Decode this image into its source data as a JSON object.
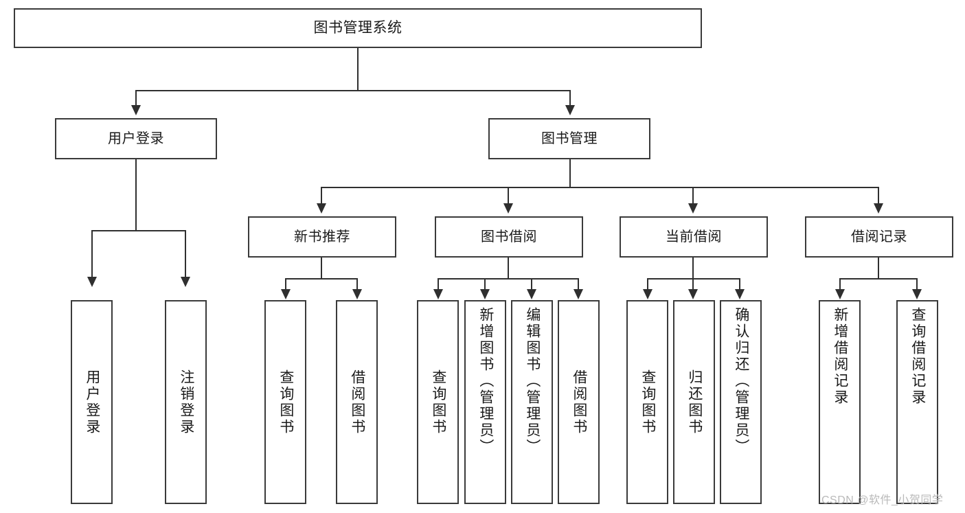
{
  "diagram": {
    "type": "hierarchy-tree",
    "title": "图书管理系统",
    "watermark": "CSDN @软件_小贺同学",
    "colors": {
      "stroke": "#2f2f2f",
      "box_border": "#3a3a3a",
      "background": "#ffffff",
      "text": "#1a1a1a",
      "watermark": "#b9b9b9"
    },
    "root": {
      "label": "图书管理系统"
    },
    "level2": [
      {
        "label": "用户登录"
      },
      {
        "label": "图书管理"
      }
    ],
    "level3": [
      {
        "label": "新书推荐"
      },
      {
        "label": "图书借阅"
      },
      {
        "label": "当前借阅"
      },
      {
        "label": "借阅记录"
      }
    ],
    "leaves": {
      "user_login": [
        {
          "label": "用户登录"
        },
        {
          "label": "注销登录"
        }
      ],
      "new_book_recommend": [
        {
          "label": "查询图书"
        },
        {
          "label": "借阅图书"
        }
      ],
      "book_borrow": [
        {
          "label": "查询图书"
        },
        {
          "label": "新增图书（管理员）"
        },
        {
          "label": "编辑图书（管理员）"
        },
        {
          "label": "借阅图书"
        }
      ],
      "current_borrow": [
        {
          "label": "查询图书"
        },
        {
          "label": "归还图书"
        },
        {
          "label": "确认归还（管理员）"
        }
      ],
      "borrow_record": [
        {
          "label": "新增借阅记录"
        },
        {
          "label": "查询借阅记录"
        }
      ]
    }
  }
}
